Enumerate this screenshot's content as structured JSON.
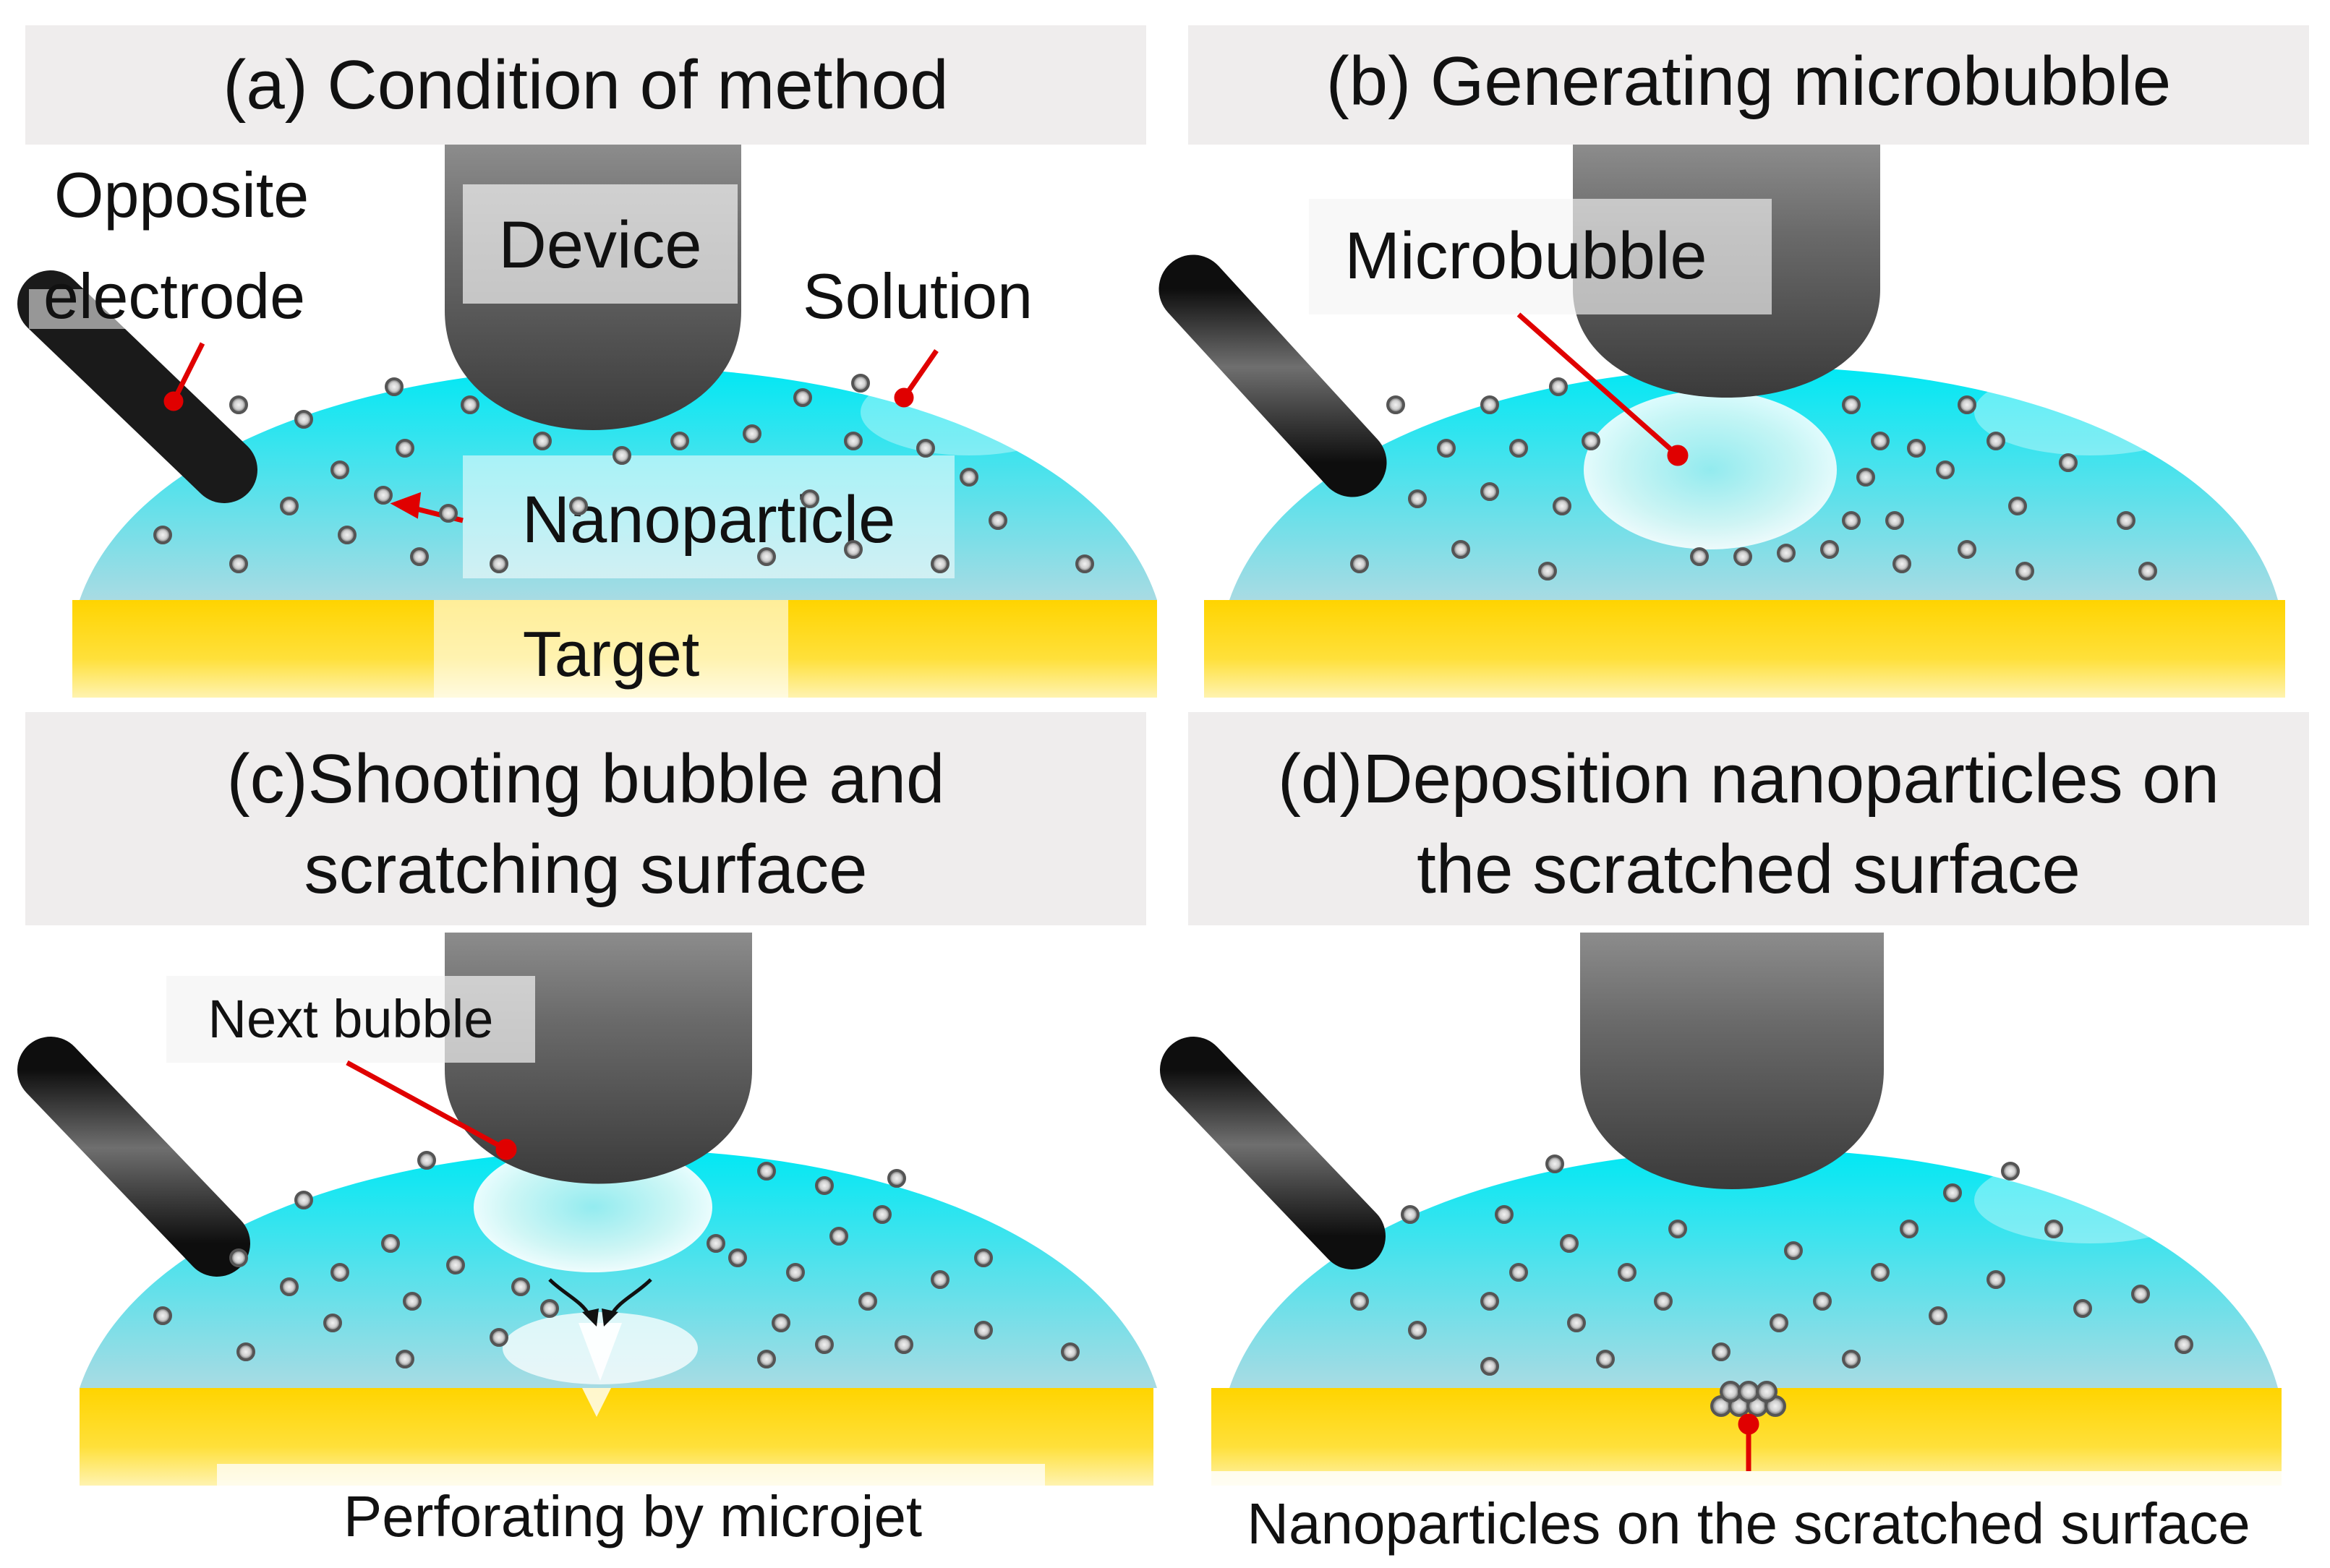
{
  "panels": {
    "a": {
      "title": "(a) Condition of method",
      "labels": {
        "opposite_line1": "Opposite",
        "opposite_line2": "electrode",
        "device": "Device",
        "solution": "Solution",
        "nanoparticle": "Nanoparticle",
        "target": "Target"
      }
    },
    "b": {
      "title": "(b) Generating microbubble",
      "labels": {
        "microbubble": "Microbubble"
      }
    },
    "c": {
      "title_line1": "(c)Shooting bubble and",
      "title_line2": "scratching surface",
      "labels": {
        "next_bubble": "Next bubble",
        "perforating": "Perforating by microjet"
      }
    },
    "d": {
      "title_line1": "(d)Deposition nanoparticles on",
      "title_line2": "the scratched surface",
      "labels": {
        "deposited": "Nanoparticles on the scratched surface"
      }
    }
  },
  "colors": {
    "solution_top": "#00e8f4",
    "solution_bottom": "#a8dbe3",
    "target": "#ffd400",
    "device": "#555555",
    "electrode": "#1a1a1a",
    "pointer": "#e00000",
    "label_box": "#efeded"
  }
}
